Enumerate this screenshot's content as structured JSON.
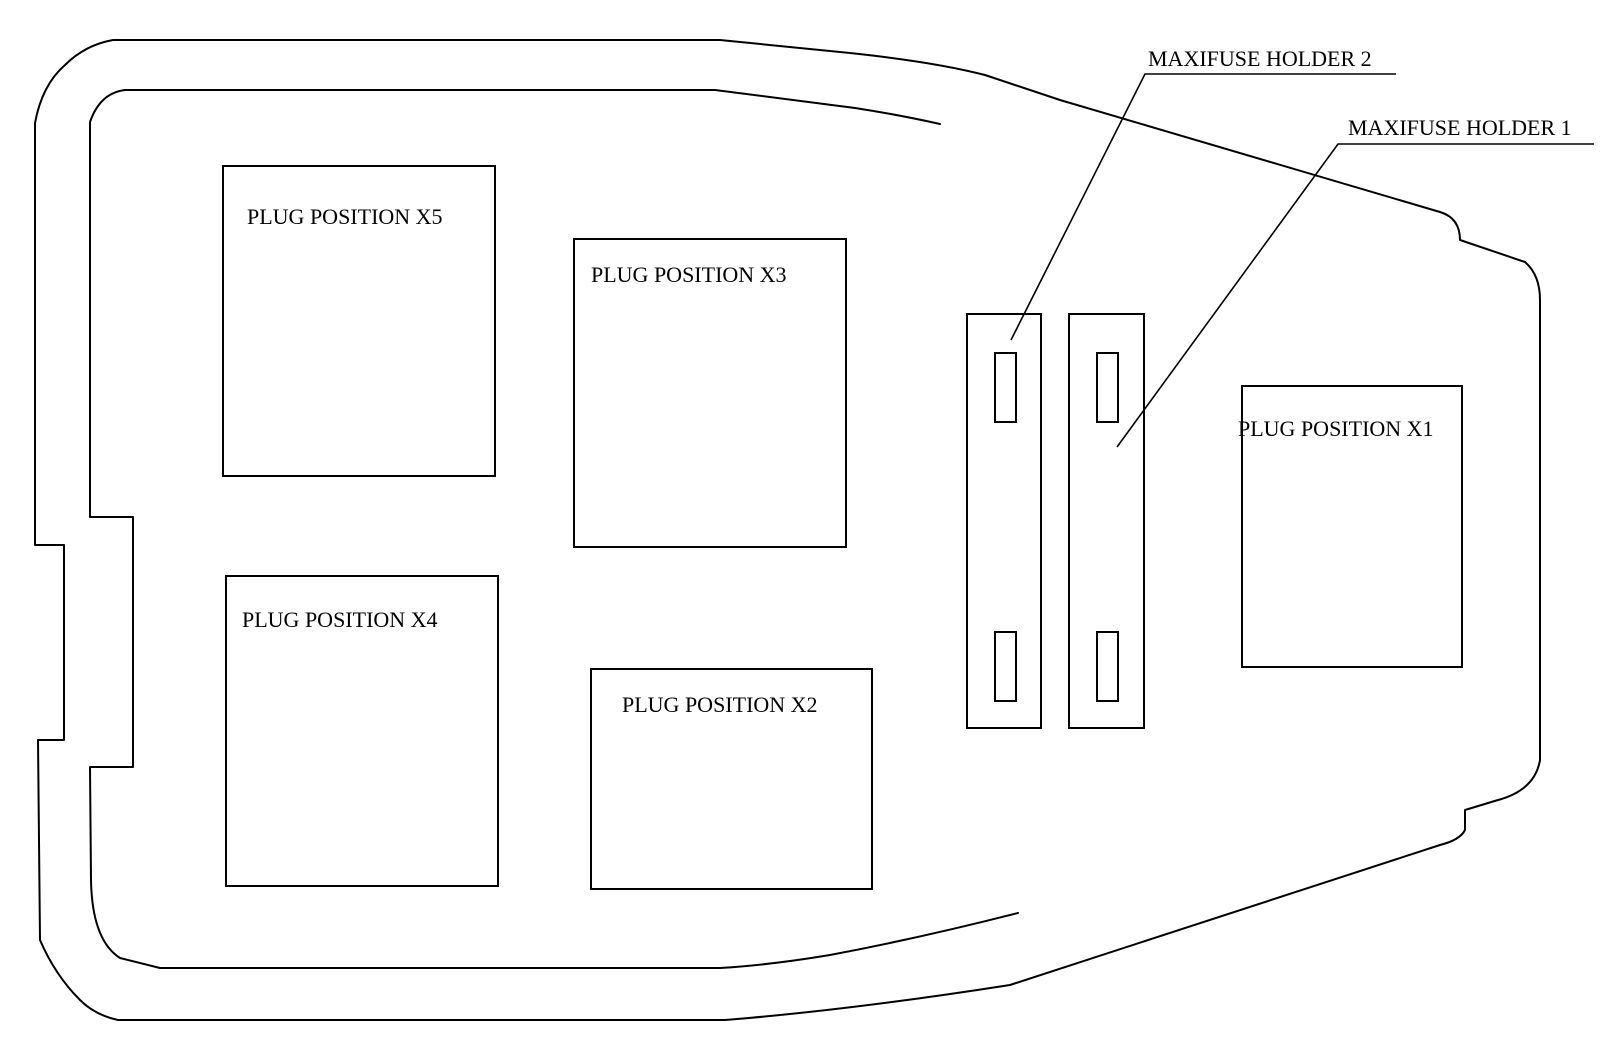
{
  "plugs": {
    "x5": "PLUG POSITION X5",
    "x3": "PLUG POSITION X3",
    "x4": "PLUG POSITION X4",
    "x2": "PLUG POSITION X2",
    "x1": "PLUG POSITION X1"
  },
  "maxifuse": {
    "holder_1": "MAXIFUSE HOLDER 1",
    "holder_2": "MAXIFUSE HOLDER 2"
  },
  "colors": {
    "stroke": "#000000",
    "background": "#ffffff"
  }
}
